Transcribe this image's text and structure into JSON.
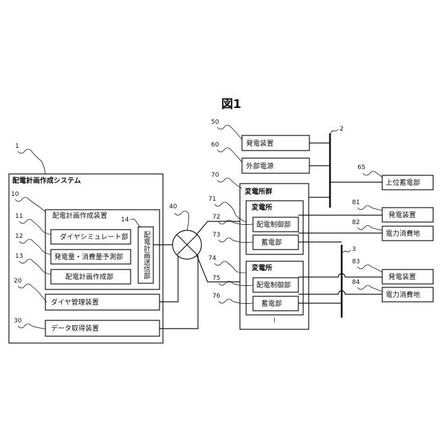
{
  "figure_title": "図1",
  "system": {
    "ref": "1",
    "label": "配電計画作成システム",
    "device": {
      "ref": "10",
      "label": "配電計画作成装置",
      "units": [
        {
          "ref": "11",
          "label": "ダイヤシミュレート部"
        },
        {
          "ref": "12",
          "label": "発電量・消費量予測部"
        },
        {
          "ref": "13",
          "label": "配電計画作成部"
        }
      ],
      "sender": {
        "ref": "14",
        "label": "配電計画送信部"
      }
    },
    "diagram_mgmt": {
      "ref": "20",
      "label": "ダイヤ管理装置"
    },
    "data_acq": {
      "ref": "30",
      "label": "データ取得装置"
    }
  },
  "network": {
    "ref": "40"
  },
  "generator_top": {
    "ref": "50",
    "label": "発電装置"
  },
  "external_power": {
    "ref": "60",
    "label": "外部電源"
  },
  "substation_group": {
    "ref": "70",
    "label": "変電所群",
    "substations": [
      {
        "ref": "71",
        "label": "変電所",
        "control": {
          "ref": "72",
          "label": "配電制御部"
        },
        "storage": {
          "ref": "73",
          "label": "蓄電部"
        }
      },
      {
        "ref": "74",
        "label": "変電所",
        "control": {
          "ref": "75",
          "label": "配電制御部"
        },
        "storage": {
          "ref": "76",
          "label": "蓄電部"
        }
      }
    ],
    "bottom_mark": "l"
  },
  "bus_lines": [
    {
      "ref": "2"
    },
    {
      "ref": "3"
    }
  ],
  "right_devices": [
    {
      "ref": "65",
      "label": "上位蓄電部"
    },
    {
      "ref": "81",
      "label": "発電装置"
    },
    {
      "ref": "82",
      "label": "電力消費地"
    },
    {
      "ref": "83",
      "label": "発電装置"
    },
    {
      "ref": "84",
      "label": "電力消費地"
    }
  ]
}
